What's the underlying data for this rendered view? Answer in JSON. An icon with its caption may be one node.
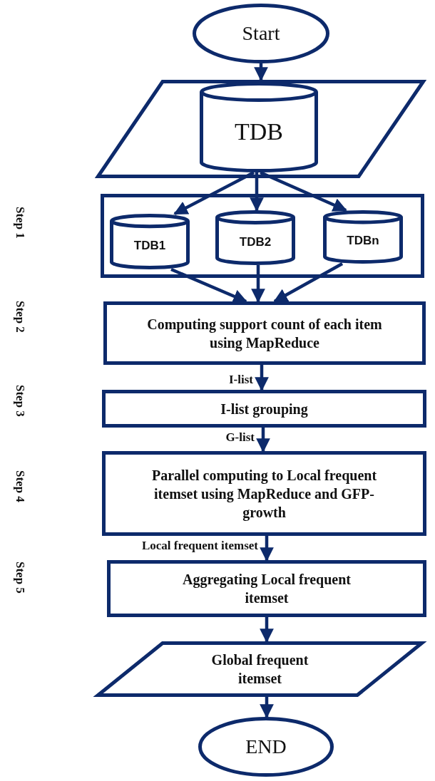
{
  "diagram": {
    "nodes": [
      {
        "text": [
          "Start"
        ]
      },
      {
        "text": [],
        "shape": "parallelogram"
      },
      {
        "text": [
          "TDB"
        ],
        "in": 1
      },
      {
        "text": [],
        "shape": "box"
      },
      {
        "text": [
          "TDB1"
        ],
        "in": 3
      },
      {
        "text": [
          "TDB2"
        ],
        "in": 3
      },
      {
        "text": [
          "TDBn"
        ],
        "in": 3
      },
      {
        "text": [
          "Computing support count of each item using MapReduce"
        ]
      },
      {
        "text": [
          "I-list grouping"
        ]
      },
      {
        "text": [
          "Parallel computing to Local frequent itemset using MapReduce and GFP-growth"
        ]
      },
      {
        "text": [
          "Aggregating Local frequent itemset"
        ]
      },
      {
        "text": [
          "Global frequent itemset"
        ]
      },
      {
        "text": [
          "END"
        ]
      }
    ],
    "edges": [
      {
        "from": 0,
        "to": 1,
        "arrow": "to"
      },
      {
        "from": 2,
        "to": 4,
        "arrow": "to"
      },
      {
        "from": 2,
        "to": 5,
        "arrow": "to"
      },
      {
        "from": 2,
        "to": 6,
        "arrow": "to"
      },
      {
        "from": 4,
        "to": 7,
        "arrow": "to"
      },
      {
        "from": 5,
        "to": 7,
        "arrow": "to"
      },
      {
        "from": 6,
        "to": 7,
        "arrow": "to"
      },
      {
        "from": 7,
        "to": 8,
        "arrow": "to",
        "label": "I-list"
      },
      {
        "from": 8,
        "to": 9,
        "arrow": "to",
        "label": "G-list"
      },
      {
        "from": 9,
        "to": 10,
        "arrow": "to",
        "label": "Local frequent itemset"
      },
      {
        "from": 10,
        "to": 11,
        "arrow": "to"
      },
      {
        "from": 11,
        "to": 12,
        "arrow": "to"
      }
    ],
    "labels": [
      "Step 1",
      "Step 2",
      "Step 3",
      "Step 4",
      "Step 5"
    ]
  }
}
